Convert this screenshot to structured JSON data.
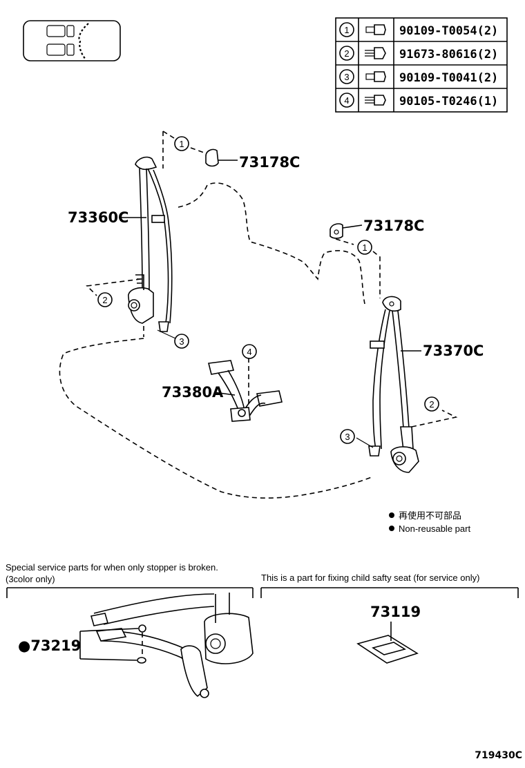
{
  "fastener_table": [
    {
      "num": "1",
      "part": "90109-T0054(2)",
      "icon": "bolt-icon"
    },
    {
      "num": "2",
      "part": "91673-80616(2)",
      "icon": "screw-icon"
    },
    {
      "num": "3",
      "part": "90109-T0041(2)",
      "icon": "bolt-icon"
    },
    {
      "num": "4",
      "part": "90105-T0246(1)",
      "icon": "bolt-icon"
    }
  ],
  "callouts": {
    "c1a": "1",
    "c1b": "1",
    "c2a": "2",
    "c2b": "2",
    "c3a": "3",
    "c3b": "3",
    "c4": "4"
  },
  "parts": {
    "cover_left": "73178C",
    "cover_right": "73178C",
    "belt_left": "73360C",
    "belt_right": "73370C",
    "buckle": "73380A",
    "stopper": "●73219",
    "child_seat_bracket": "73119"
  },
  "legend": {
    "item_jp": "再使用不可部品",
    "item_en": "Non-reusable part"
  },
  "notes": {
    "left_line1": "Special service parts for when only stopper is broken.",
    "left_line2": "(3color only)",
    "right_line1": "This is a part for fixing child safty seat (for service only)"
  },
  "diagram_code": "719430C"
}
